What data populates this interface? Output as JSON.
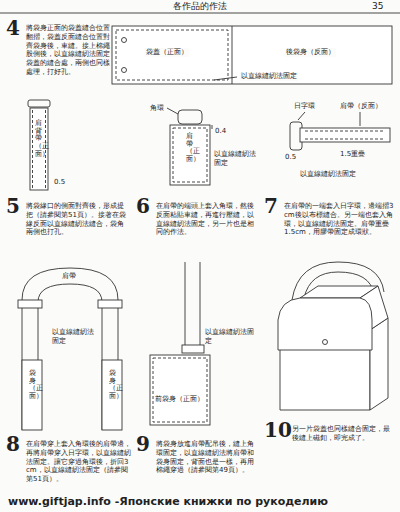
{
  "diagram": {
    "title": "各作品的作法",
    "labels": [
      "35",
      "4",
      "將袋身正面的袋蓋縫合位置翻摺，袋蓋反面縫合位置對齊袋身後，車縫。接上棉繩股側後，以直線縫紉法固定袋蓋的縫合處，兩側也同樣處理，打好孔。",
      "袋蓋（正面）",
      "後袋身（反面）",
      "以直線縫紉法固定",
      "肩背帶（正面）",
      "0.5",
      "5",
      "將袋緣口的側面對齊後，形成提把（請參閱第51頁）。接著在袋緣反面以直線縫紉法縫合，袋角兩側也打孔。",
      "角環",
      "肩帶（正面）",
      "0.4",
      "以直線縫紉法固定",
      "6",
      "在肩帶的端頭上套入角環，然後反面粘貼車縫，再進行壓縫，以直線縫紉法固定，另一片也是相同的作法。",
      "日字環",
      "肩帶（反面）",
      "0.5",
      "1.5重疊",
      "以直線縫紉法固定",
      "7",
      "在肩帶的一端套入日字環，邊端摺3cm後以布標縫合。另一端也套入角環，以直線縫紉法固定。肩帶重疊1.5cm，用膠帶固定成環狀。",
      "肩帶",
      "以直線縫紉法固定",
      "袋身（正面）",
      "袋身（正面）",
      "8",
      "在肩帶穿上套入角環後的肩帶邊，再將肩帶穿入日字環，以直線縫紉法固定。讓它穿過角環後，折回3cm，以直線縫紉法固定（請參閱第51頁）。",
      "前袋身（正面）",
      "以直線縫紉法固定",
      "9",
      "將袋身放進肩帶配吊後，縫上角環固定，以直線縫紉法將肩帶和袋身固定，背面也是一樣，再用棉繩穿過（請參閱第49頁）。",
      "10",
      "另一片袋蓋也同樣縫合固定，最後縫上磁釦，即完成了。",
      "www.giftjap.info -Японские книжки по рукоделию"
    ]
  }
}
